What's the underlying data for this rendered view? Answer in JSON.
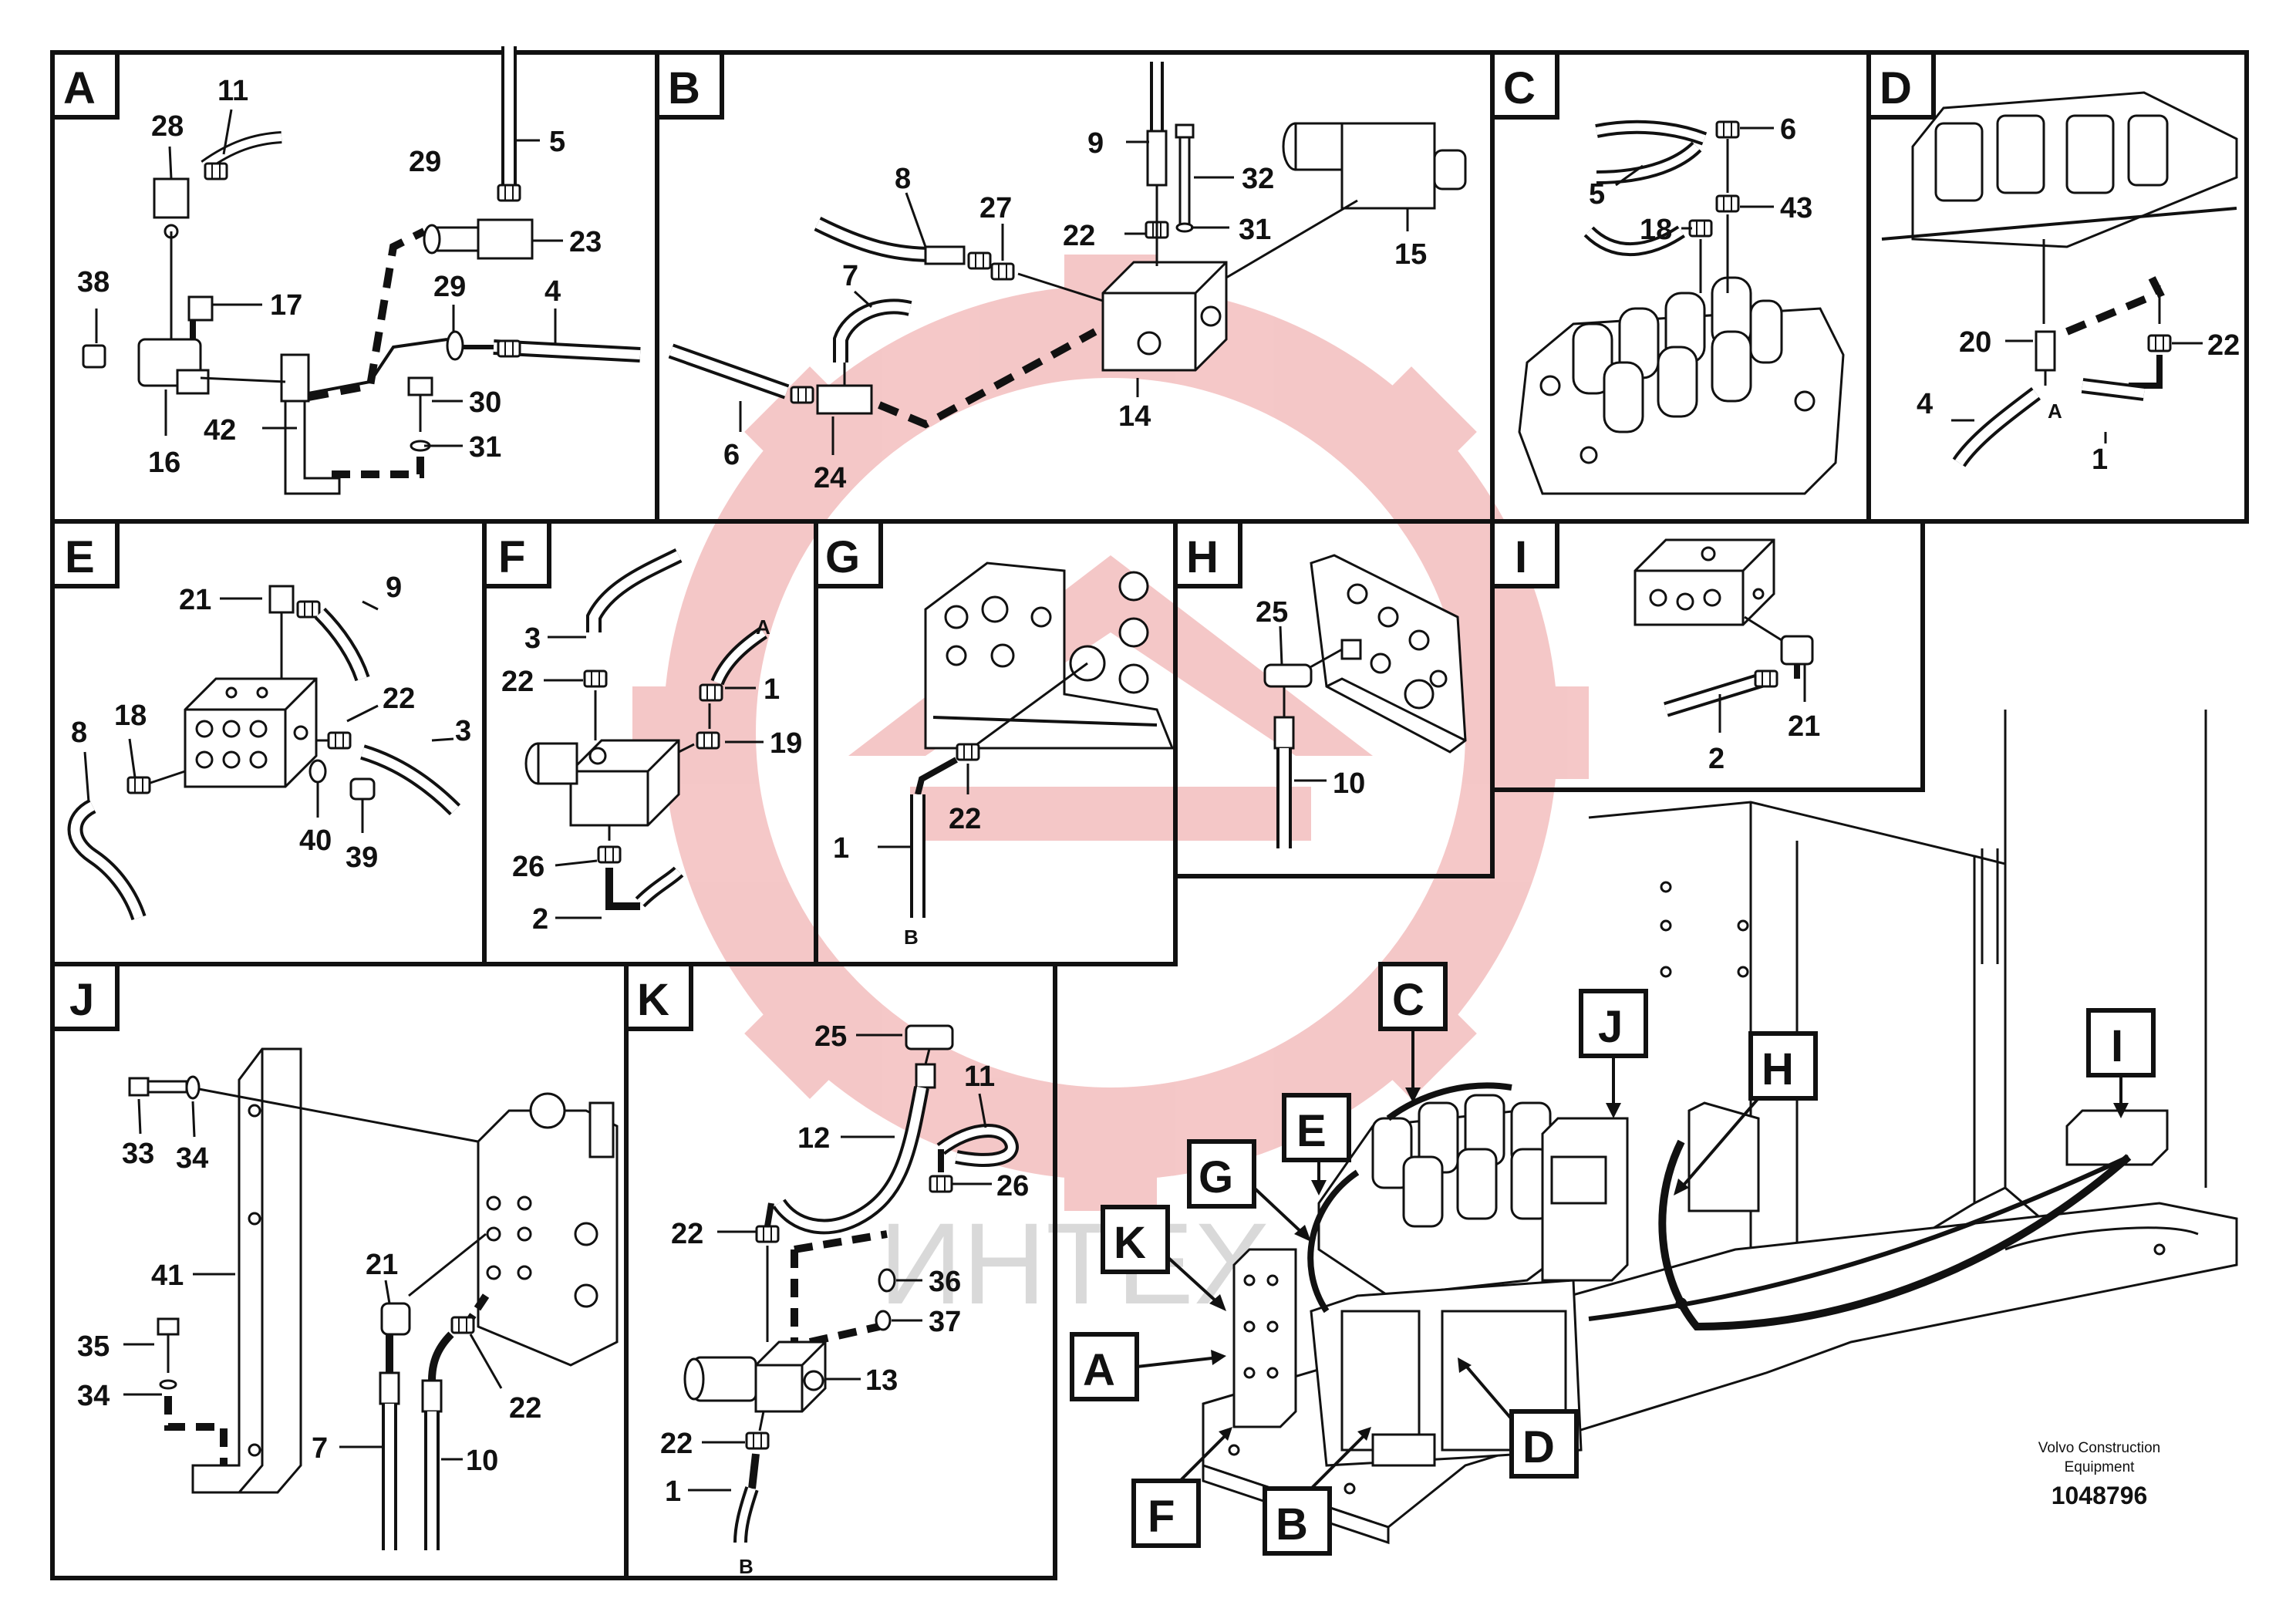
{
  "figure": {
    "credit_line1": "Volvo Construction",
    "credit_line2": "Equipment",
    "doc_number": "1048796",
    "watermark_text": "ИНТЕХ",
    "watermark_color": "#f3b9b9",
    "line_color": "#111111"
  },
  "panels": {
    "A": {
      "letter": "A",
      "parts": [
        "11",
        "28",
        "5",
        "29",
        "23",
        "38",
        "17",
        "29b",
        "4",
        "30",
        "16",
        "42",
        "31"
      ],
      "labels": {
        "p11": "11",
        "p28": "28",
        "p5": "5",
        "p29": "29",
        "p23": "23",
        "p38": "38",
        "p17": "17",
        "p29b": "29",
        "p4": "4",
        "p30": "30",
        "p16": "16",
        "p42": "42",
        "p31": "31"
      }
    },
    "B": {
      "letter": "B",
      "labels": {
        "p9": "9",
        "p32": "32",
        "p8": "8",
        "p27": "27",
        "p22": "22",
        "p31": "31",
        "p15": "15",
        "p7": "7",
        "p14": "14",
        "p6": "6",
        "p24": "24"
      }
    },
    "C": {
      "letter": "C",
      "labels": {
        "p6": "6",
        "p5": "5",
        "p43": "43",
        "p18": "18"
      }
    },
    "D": {
      "letter": "D",
      "labels": {
        "p20": "20",
        "p22": "22",
        "p4": "4",
        "pA": "A",
        "p1": "1"
      }
    },
    "E": {
      "letter": "E",
      "labels": {
        "p21": "21",
        "p9": "9",
        "p8": "8",
        "p18": "18",
        "p22": "22",
        "p3": "3",
        "p40": "40",
        "p39": "39"
      }
    },
    "F": {
      "letter": "F",
      "labels": {
        "p3": "3",
        "pA": "A",
        "p22": "22",
        "p1": "1",
        "p19": "19",
        "p26": "26",
        "p2": "2"
      }
    },
    "G": {
      "letter": "G",
      "labels": {
        "p1": "1",
        "p22": "22",
        "pB": "B"
      }
    },
    "H": {
      "letter": "H",
      "labels": {
        "p25": "25",
        "p10": "10"
      }
    },
    "I": {
      "letter": "I",
      "labels": {
        "p21": "21",
        "p2": "2"
      }
    },
    "J": {
      "letter": "J",
      "labels": {
        "p33": "33",
        "p34": "34",
        "p41": "41",
        "p21": "21",
        "p35": "35",
        "p34b": "34",
        "p22": "22",
        "p7": "7",
        "p10": "10"
      }
    },
    "K": {
      "letter": "K",
      "labels": {
        "p25": "25",
        "p11": "11",
        "p12": "12",
        "p26": "26",
        "p22": "22",
        "p36": "36",
        "p37": "37",
        "p13": "13",
        "p22b": "22",
        "p1": "1",
        "pB": "B"
      }
    }
  },
  "overview_callouts": [
    "C",
    "J",
    "H",
    "I",
    "E",
    "G",
    "K",
    "A",
    "D",
    "F",
    "B"
  ]
}
